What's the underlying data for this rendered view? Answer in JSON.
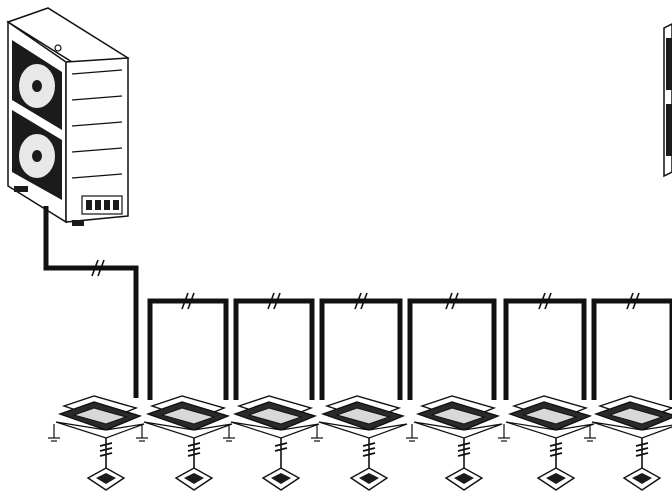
{
  "diagram": {
    "kind": "wiring",
    "outdoor_units": [
      {
        "id": "outdoor-unit-1"
      },
      {
        "id": "outdoor-unit-2",
        "partially_visible": true
      }
    ],
    "indoor_units": [
      {
        "id": "indoor-unit-1",
        "cable_ticks": 3
      },
      {
        "id": "indoor-unit-2",
        "cable_ticks": 3
      },
      {
        "id": "indoor-unit-3",
        "cable_ticks": 2
      },
      {
        "id": "indoor-unit-4",
        "cable_ticks": 3
      },
      {
        "id": "indoor-unit-5",
        "cable_ticks": 3
      },
      {
        "id": "indoor-unit-6",
        "cable_ticks": 3
      },
      {
        "id": "indoor-unit-7",
        "cable_ticks": 3
      }
    ],
    "link_ticks": 2,
    "colors": {
      "line": "#111111",
      "background": "#ffffff"
    }
  }
}
